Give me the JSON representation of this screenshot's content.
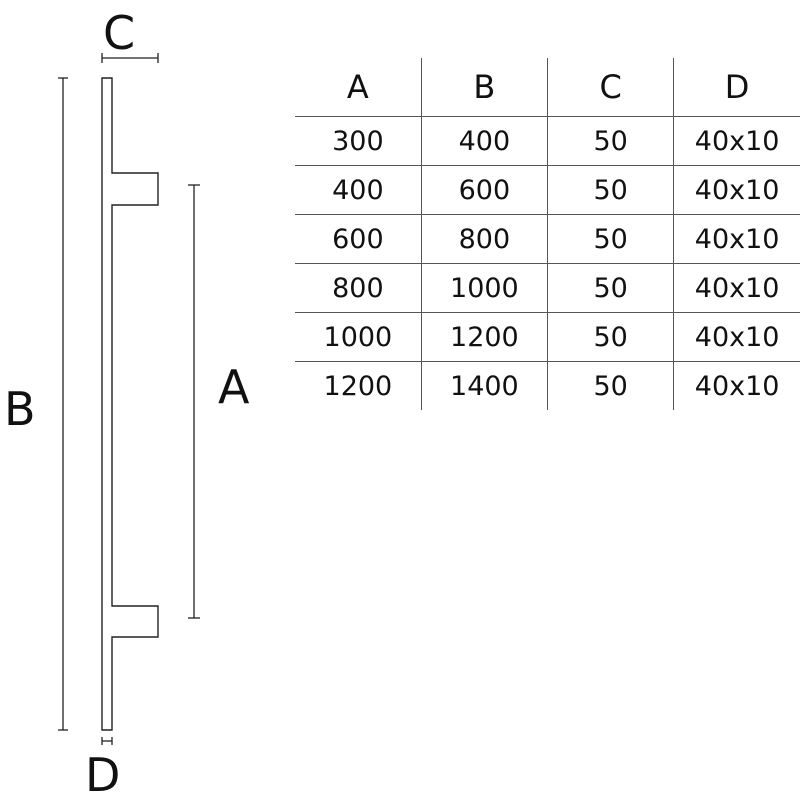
{
  "drawing": {
    "labels": {
      "c": "C",
      "b": "B",
      "a": "A",
      "d": "D"
    }
  },
  "table": {
    "headers": [
      "A",
      "B",
      "C",
      "D"
    ],
    "rows": [
      [
        "300",
        "400",
        "50",
        "40x10"
      ],
      [
        "400",
        "600",
        "50",
        "40x10"
      ],
      [
        "600",
        "800",
        "50",
        "40x10"
      ],
      [
        "800",
        "1000",
        "50",
        "40x10"
      ],
      [
        "1000",
        "1200",
        "50",
        "40x10"
      ],
      [
        "1200",
        "1400",
        "50",
        "40x10"
      ]
    ]
  }
}
